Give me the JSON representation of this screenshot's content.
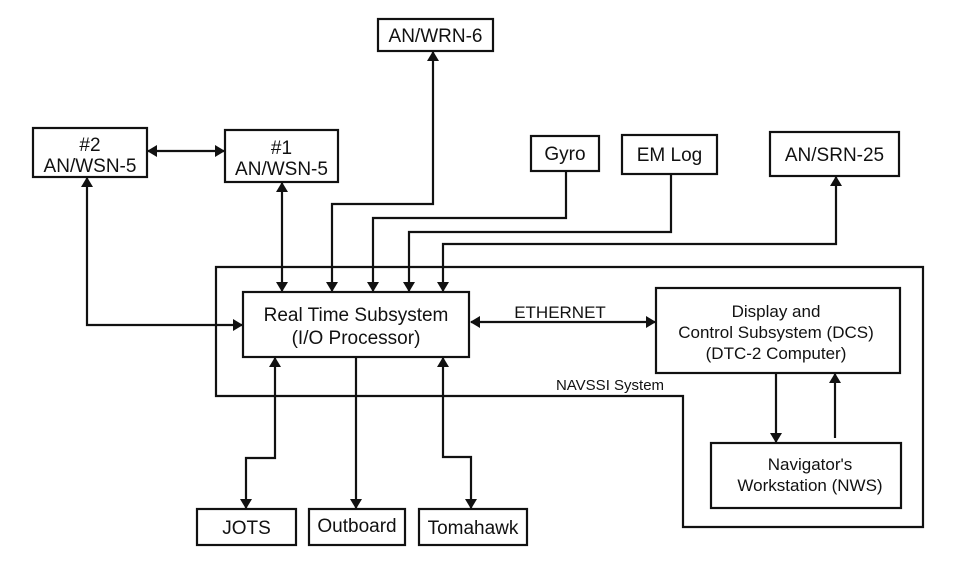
{
  "diagram": {
    "title": "NAVSSI System",
    "system_boundary_label": "NAVSSI System",
    "link_label": "ETHERNET",
    "nodes": {
      "wrn6": {
        "lines": [
          "AN/WRN-6"
        ]
      },
      "wsn5_2": {
        "lines": [
          "#2",
          "AN/WSN-5"
        ]
      },
      "wsn5_1": {
        "lines": [
          "#1",
          "AN/WSN-5"
        ]
      },
      "gyro": {
        "lines": [
          "Gyro"
        ]
      },
      "emlog": {
        "lines": [
          "EM Log"
        ]
      },
      "srn25": {
        "lines": [
          "AN/SRN-25"
        ]
      },
      "rts": {
        "lines": [
          "Real Time Subsystem",
          "(I/O Processor)"
        ]
      },
      "dcs": {
        "lines": [
          "Display and",
          "Control Subsystem (DCS)",
          "(DTC-2 Computer)"
        ]
      },
      "nws": {
        "lines": [
          "Navigator's",
          "Workstation (NWS)"
        ]
      },
      "jots": {
        "lines": [
          "JOTS"
        ]
      },
      "outboard": {
        "lines": [
          "Outboard"
        ]
      },
      "tomahawk": {
        "lines": [
          "Tomahawk"
        ]
      }
    },
    "edges": [
      {
        "from": "wsn5_2",
        "to": "wsn5_1",
        "direction": "both"
      },
      {
        "from": "wsn5_2",
        "to": "rts",
        "direction": "both"
      },
      {
        "from": "wsn5_1",
        "to": "rts",
        "direction": "both"
      },
      {
        "from": "rts",
        "to": "wrn6",
        "direction": "both"
      },
      {
        "from": "gyro",
        "to": "rts",
        "direction": "forward"
      },
      {
        "from": "emlog",
        "to": "rts",
        "direction": "forward"
      },
      {
        "from": "srn25",
        "to": "rts",
        "direction": "both"
      },
      {
        "from": "rts",
        "to": "dcs",
        "direction": "both",
        "label": "ETHERNET"
      },
      {
        "from": "dcs",
        "to": "nws",
        "direction": "forward"
      },
      {
        "from": "nws",
        "to": "dcs",
        "direction": "forward"
      },
      {
        "from": "rts",
        "to": "jots",
        "direction": "both"
      },
      {
        "from": "rts",
        "to": "outboard",
        "direction": "forward"
      },
      {
        "from": "rts",
        "to": "tomahawk",
        "direction": "both"
      }
    ]
  }
}
